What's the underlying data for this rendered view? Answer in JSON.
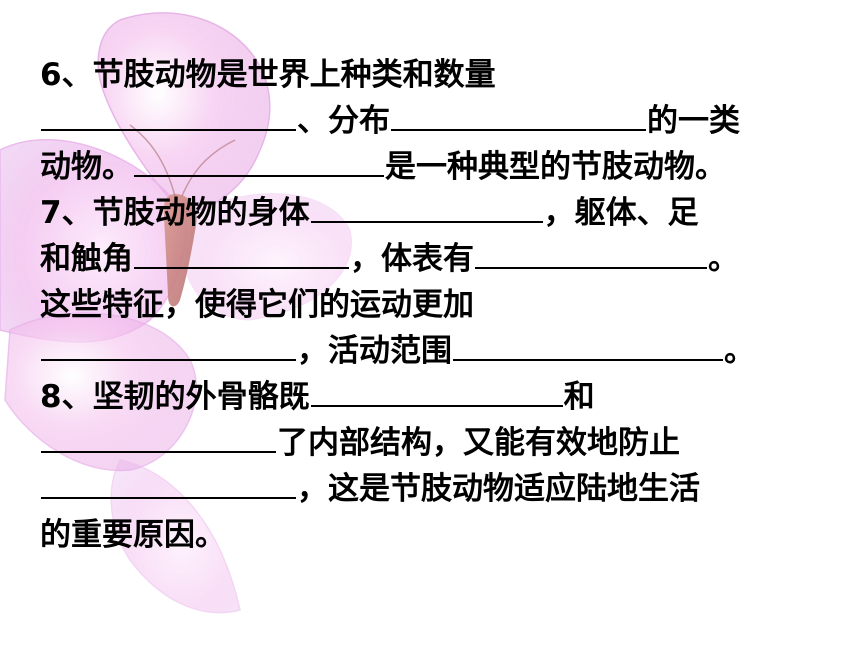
{
  "lines": [
    {
      "a": "6、节肢动物是世界上种类和数量"
    },
    {
      "a": "",
      "b": "、分布",
      "c": "的一类"
    },
    {
      "a": "动物。",
      "b": "是一种典型的节肢动物。"
    },
    {
      "a": "7、节肢动物的身体",
      "b": "，躯体、足"
    },
    {
      "a": "和触角",
      "b": "，体表有",
      "c": "。"
    },
    {
      "a": "这些特征，使得它们的运动更加"
    },
    {
      "a": "",
      "b": "，活动范围",
      "c": "。"
    },
    {
      "a": "8、坚韧的外骨骼既",
      "b": "和"
    },
    {
      "a": "",
      "b": "了内部结构，又能有效地防止"
    },
    {
      "a": "",
      "b": "，这是节肢动物适应陆地生活"
    },
    {
      "a": "的重要原因。"
    }
  ]
}
